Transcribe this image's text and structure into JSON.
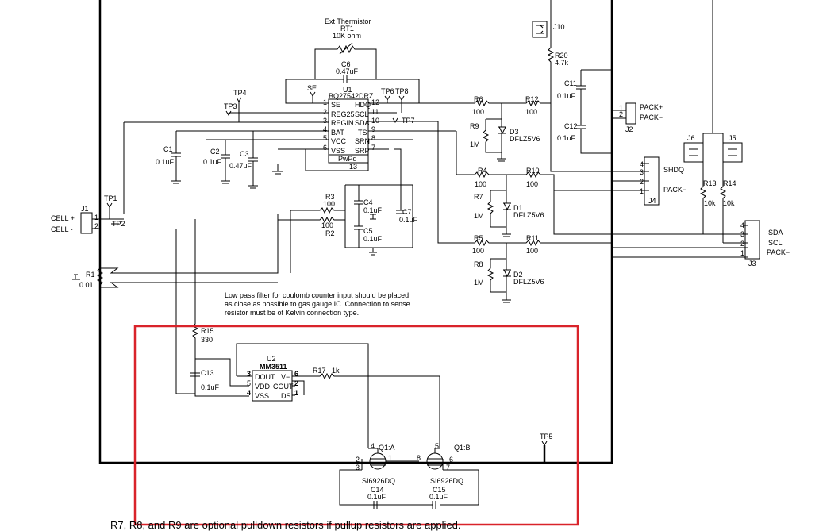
{
  "labels": {
    "thermistor_title": "Ext Thermistor",
    "rt1": "RT1",
    "rt1_value": "10K ohm",
    "c6": "C6",
    "c6_value": "0.47uF",
    "u1": "U1",
    "u1_part": "BQ27542DRZ",
    "se": "SE",
    "tp4": "TP4",
    "tp3": "TP3",
    "tp6": "TP6",
    "tp8": "TP8",
    "tp7": "TP7",
    "u1_pins_left": [
      {
        "num": "1",
        "name": "SE"
      },
      {
        "num": "2",
        "name": "REG25"
      },
      {
        "num": "3",
        "name": "REGIN"
      },
      {
        "num": "4",
        "name": "BAT"
      },
      {
        "num": "5",
        "name": "VCC"
      },
      {
        "num": "6",
        "name": "VSS"
      }
    ],
    "u1_pins_right": [
      {
        "num": "12",
        "name": "HDQ"
      },
      {
        "num": "11",
        "name": "SCL"
      },
      {
        "num": "10",
        "name": "SDA"
      },
      {
        "num": "9",
        "name": "TS"
      },
      {
        "num": "8",
        "name": "SRN"
      },
      {
        "num": "7",
        "name": "SRP"
      }
    ],
    "u1_pwpd": "PwPd",
    "u1_pin13": "13",
    "c1": "C1",
    "c1_value": "0.1uF",
    "c2": "C2",
    "c2_value": "0.1uF",
    "c3": "C3",
    "c3_value": "0.47uF",
    "j1": "J1",
    "tp1": "TP1",
    "tp2": "TP2",
    "cell_plus": "CELL +",
    "cell_minus": "CELL -",
    "j1_pin1": "1",
    "j1_pin2": "2",
    "r1": "R1",
    "r1_value": "0.01",
    "r3": "R3",
    "r3_value": "100",
    "r2": "R2",
    "r2_value": "100",
    "c4": "C4",
    "c4_value": "0.1uF",
    "c5": "C5",
    "c5_value": "0.1uF",
    "c7": "C7",
    "c7_value": "0.1uF",
    "j10": "J10",
    "r20": "R20",
    "r20_value": "4.7k",
    "c11": "C11",
    "c11_value": "0.1uF",
    "c12": "C12",
    "c12_value": "0.1uF",
    "j2": "J2",
    "j2_pin1": "1",
    "j2_pin2": "2",
    "pack_plus": "PACK+",
    "pack_minus_j2": "PACK−",
    "r6": "R6",
    "r6_value": "100",
    "r12": "R12",
    "r12_value": "100",
    "r9": "R9",
    "r9_value": "1M",
    "d3": "D3",
    "d3_part": "DFLZ5V6",
    "r4": "R4",
    "r4_value": "100",
    "r10": "R10",
    "r10_value": "100",
    "r7": "R7",
    "r7_value": "1M",
    "d1": "D1",
    "d1_part": "DFLZ5V6",
    "r5": "R5",
    "r5_value": "100",
    "r11": "R11",
    "r11_value": "100",
    "r8": "R8",
    "r8_value": "1M",
    "d2": "D2",
    "d2_part": "DFLZ5V6",
    "j4": "J4",
    "shdq": "SHDQ",
    "pack_minus_j4": "PACK−",
    "j6": "J6",
    "j5": "J5",
    "r13": "R13",
    "r13_value": "10k",
    "r14": "R14",
    "r14_value": "10k",
    "j3": "J3",
    "sda": "SDA",
    "scl": "SCL",
    "pack_minus_j3": "PACK−",
    "note": "Low pass filter for coulomb counter input should be placed\nas close as possible to gas gauge IC. Connection to sense\nresistor must be of Kelvin connection type.",
    "note_lines": [
      "Low pass filter for coulomb counter input should be placed",
      "as close as possible to gas gauge IC. Connection to sense",
      "resistor must be of Kelvin connection type."
    ],
    "r15": "R15",
    "r15_value": "330",
    "c13": "C13",
    "c13_value": "0.1uF",
    "u2": "U2",
    "u2_part": "MM3511",
    "u2_pins_left": [
      {
        "num": "3",
        "name": "DOUT"
      },
      {
        "num": "5",
        "name": "VDD"
      },
      {
        "num": "4",
        "name": "VSS"
      }
    ],
    "u2_pins_right": [
      {
        "num": "6",
        "name": "V−"
      },
      {
        "num": "2",
        "name": "COUT"
      },
      {
        "num": "1",
        "name": "DS"
      }
    ],
    "r17": "R17",
    "r17_value": "1k",
    "tp5": "TP5",
    "q1a": "Q1:A",
    "q1b": "Q1:B",
    "q1a_part": "SI6926DQ",
    "q1b_part": "SI6926DQ",
    "q_pins": {
      "a_gate": "4",
      "a_drain_left": "2",
      "a_src": "3",
      "a_drain_right": "1",
      "b_gate": "5",
      "b_drain_left": "8",
      "b_drain_right": "6",
      "b_src": "7"
    },
    "c14": "C14",
    "c14_value": "0.1uF",
    "c15": "C15",
    "c15_value": "0.1uF"
  },
  "bottom_note": "R7, R8, and R9 are optional pulldown resistors if pullup resistors are applied.",
  "highlight_color": "#d9232a"
}
